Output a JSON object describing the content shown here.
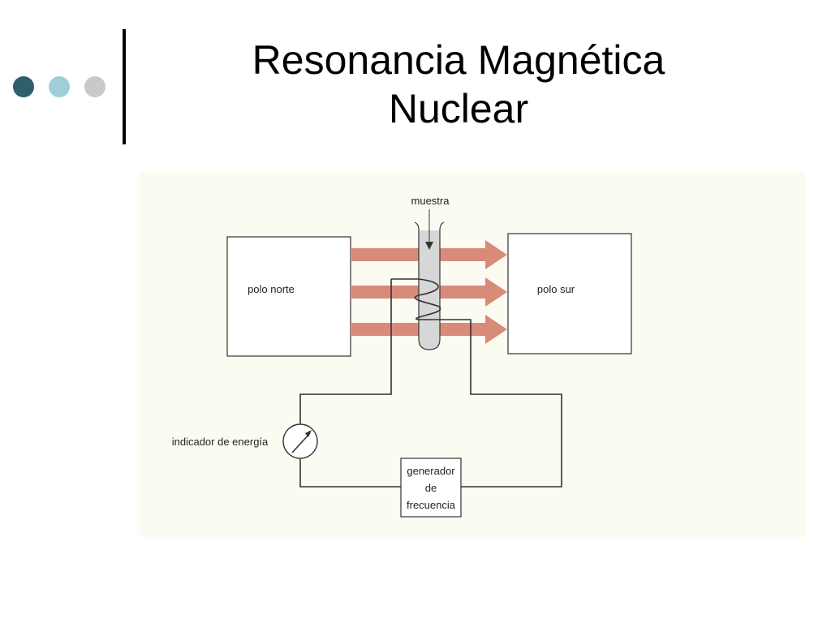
{
  "slide": {
    "title_line1": "Resonancia Magnética",
    "title_line2": "Nuclear",
    "bullet_colors": [
      "#2e5f6b",
      "#9fcfd6",
      "#c9c9c9"
    ]
  },
  "diagram": {
    "sample_label": "muestra",
    "north_pole_label": "polo norte",
    "south_pole_label": "polo sur",
    "energy_meter_label": "indicador de energía",
    "generator_line1": "generador",
    "generator_line2": "de",
    "generator_line3": "frecuencia",
    "colors": {
      "background": "#fcfbf1",
      "field_arrow": "#d98b7a",
      "wire": "#333333"
    }
  }
}
